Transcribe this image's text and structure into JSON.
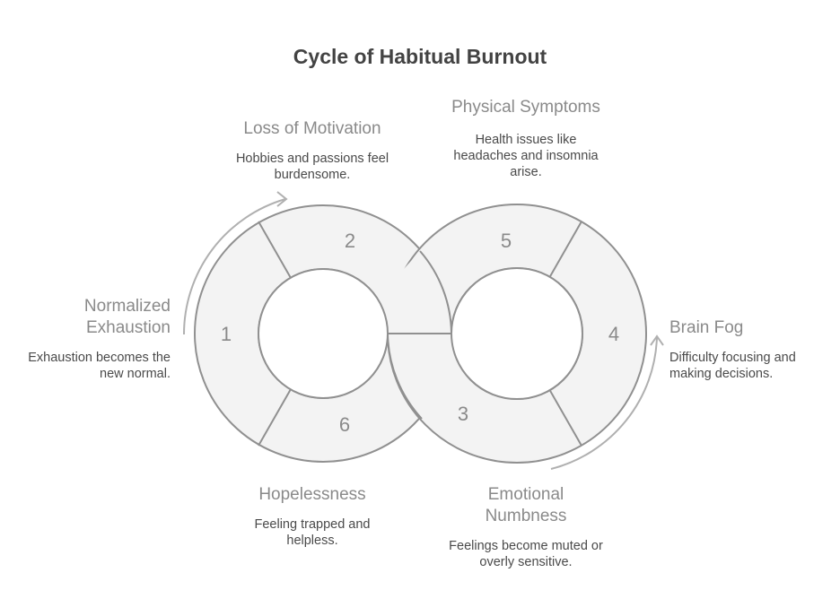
{
  "title": "Cycle of Habitual Burnout",
  "stages": [
    {
      "number": "1",
      "title": "Normalized Exhaustion",
      "title_lines": [
        "Normalized",
        "Exhaustion"
      ],
      "description_lines": [
        "Exhaustion becomes the",
        "new normal."
      ]
    },
    {
      "number": "2",
      "title": "Loss of Motivation",
      "title_lines": [
        "Loss of Motivation"
      ],
      "description_lines": [
        "Hobbies and passions feel",
        "burdensome."
      ]
    },
    {
      "number": "3",
      "title": "Emotional Numbness",
      "title_lines": [
        "Emotional",
        "Numbness"
      ],
      "description_lines": [
        "Feelings become muted or",
        "overly sensitive."
      ]
    },
    {
      "number": "4",
      "title": "Brain Fog",
      "title_lines": [
        "Brain Fog"
      ],
      "description_lines": [
        "Difficulty focusing and",
        "making decisions."
      ]
    },
    {
      "number": "5",
      "title": "Physical Symptoms",
      "title_lines": [
        "Physical Symptoms"
      ],
      "description_lines": [
        "Health issues like",
        "headaches and insomnia",
        "arise."
      ]
    },
    {
      "number": "6",
      "title": "Hopelessness",
      "title_lines": [
        "Hopelessness"
      ],
      "description_lines": [
        "Feeling trapped and",
        "helpless."
      ]
    }
  ],
  "colors": {
    "segment_fill": "#f3f3f3",
    "stroke": "#909090",
    "arrow": "#b0b0b0"
  }
}
